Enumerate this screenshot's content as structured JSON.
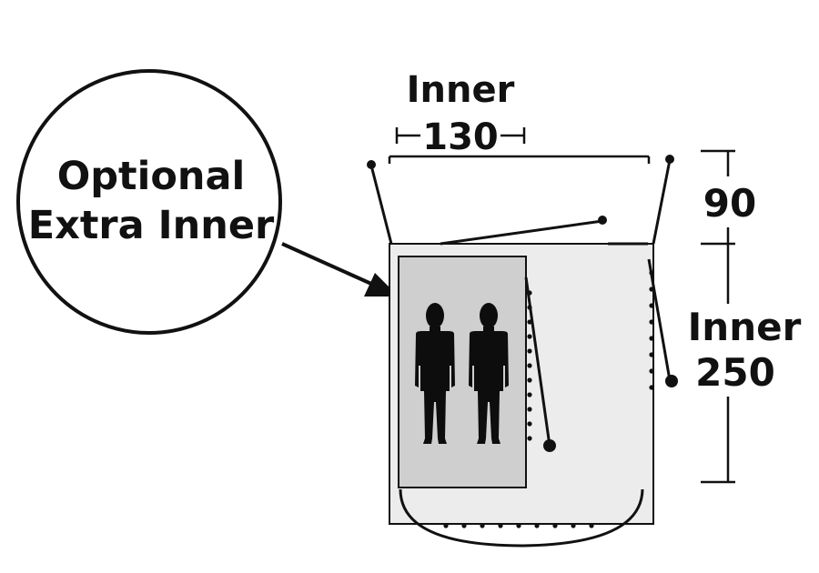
{
  "callout": {
    "line1": "Optional",
    "line2": "Extra Inner"
  },
  "dimensions": {
    "top_label": "Inner",
    "top_value": "130",
    "side_top_value": "90",
    "side_label": "Inner",
    "side_value": "250"
  },
  "colors": {
    "stroke": "#111111",
    "inner_fill": "#cfcfcf",
    "floor_fill": "#ececec",
    "figure": "#0d0d0d"
  },
  "icons": {
    "occupant": "person-silhouette-icon"
  }
}
